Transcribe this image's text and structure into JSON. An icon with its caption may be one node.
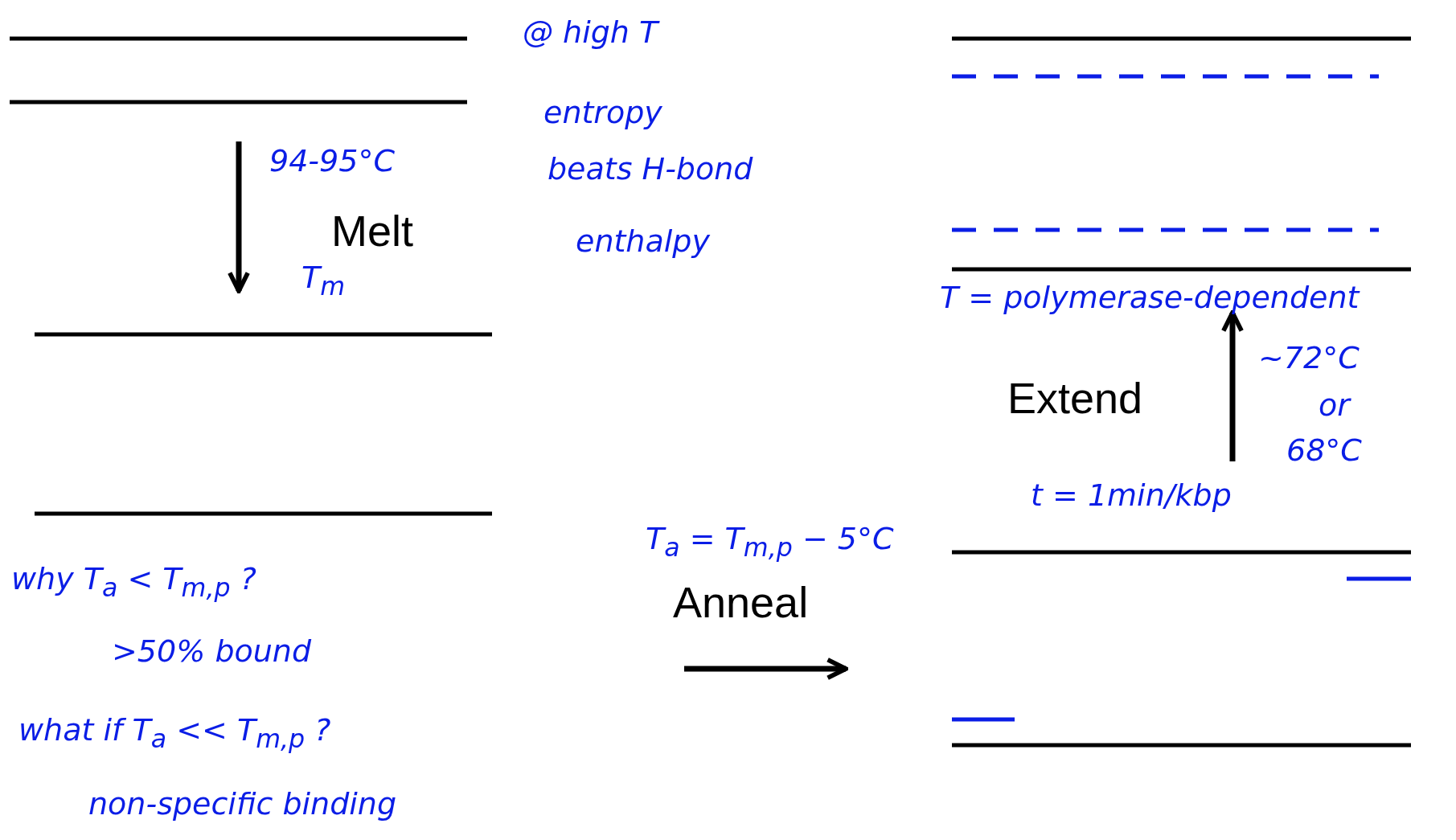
{
  "diagram": {
    "labels": [
      "@ high T",
      "entropy",
      "beats H-bond",
      "enthalpy",
      "94-95°C",
      "Melt",
      "T$_{m}$",
      "T = polymerase-dependent",
      "~72°C",
      "or",
      "68°C",
      "Extend",
      "t = 1min/kbp",
      "why T$_{a}$ < T$_{m,p}$ ?",
      ">50% bound",
      "what if T$_{a}$ << T$_{m,p}$ ?",
      "non-specific binding",
      "T$_{a}$ = T$_{m,p}$ − 5°C",
      "Anneal"
    ]
  }
}
